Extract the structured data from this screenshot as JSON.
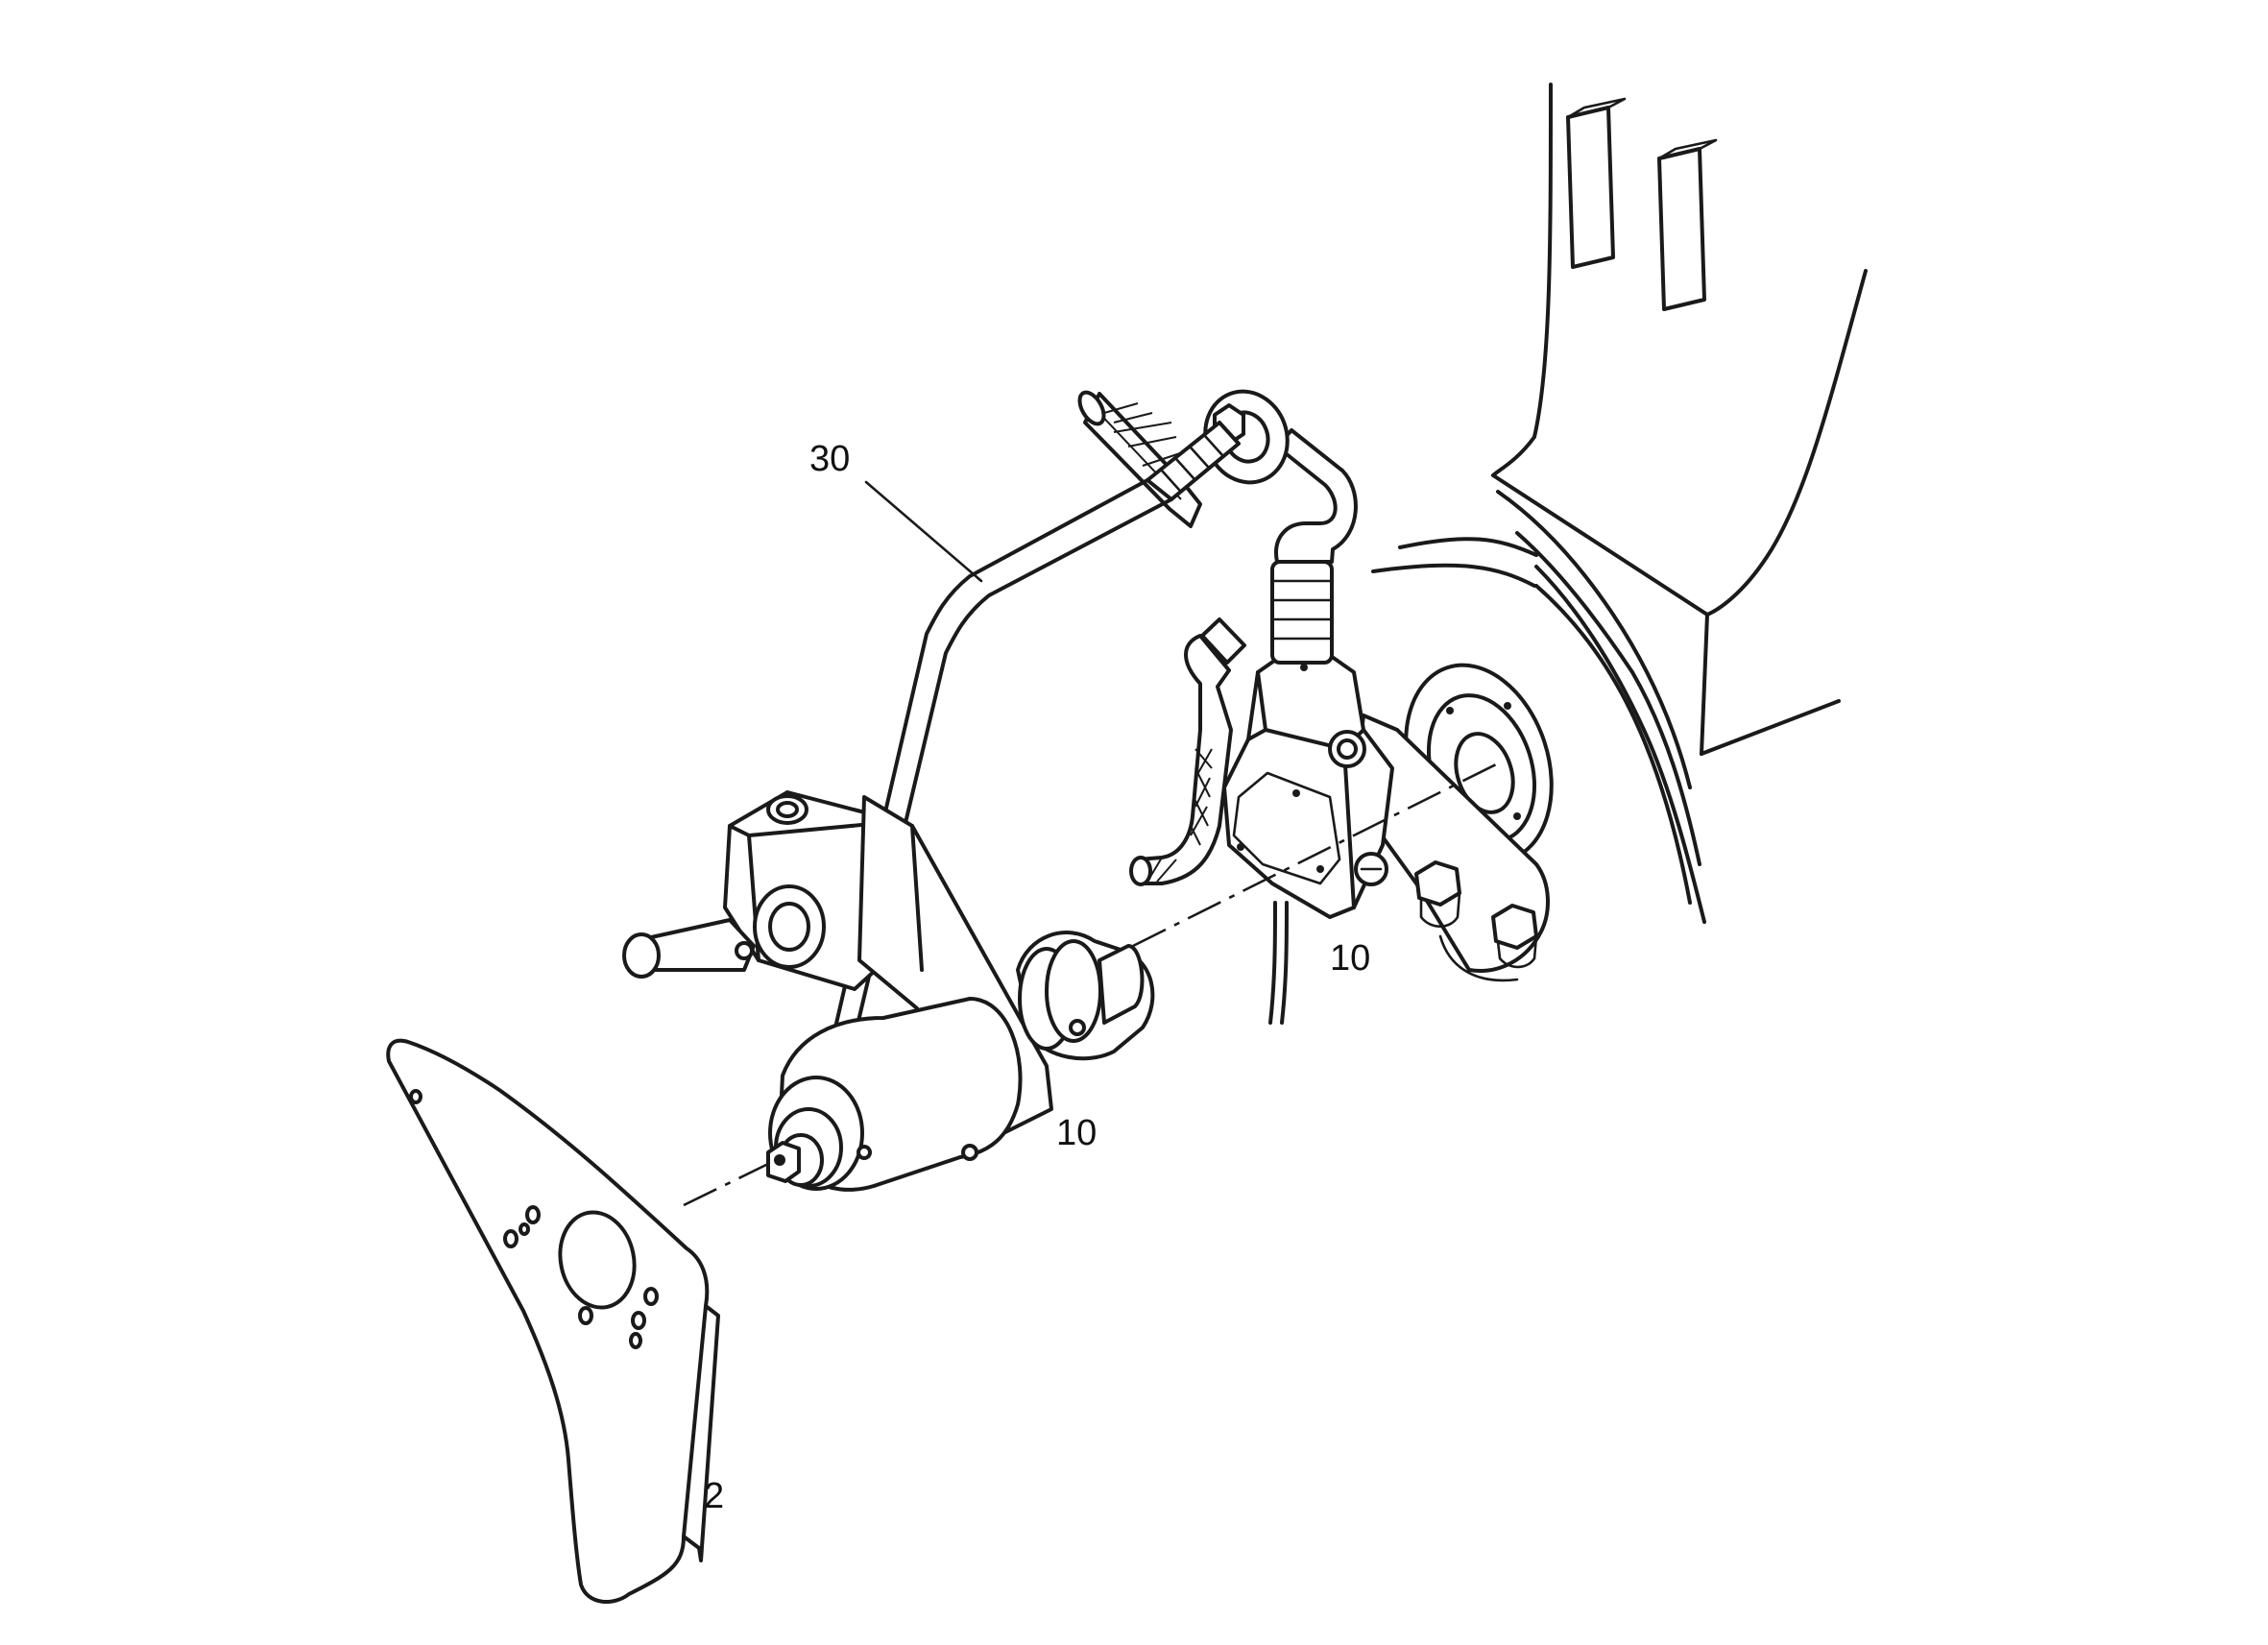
{
  "diagram": {
    "callouts": [
      {
        "id": "callout-30",
        "label": "30"
      },
      {
        "id": "callout-10-upper",
        "label": "10"
      },
      {
        "id": "callout-10-lower",
        "label": "10"
      },
      {
        "id": "callout-2",
        "label": "2"
      }
    ]
  }
}
